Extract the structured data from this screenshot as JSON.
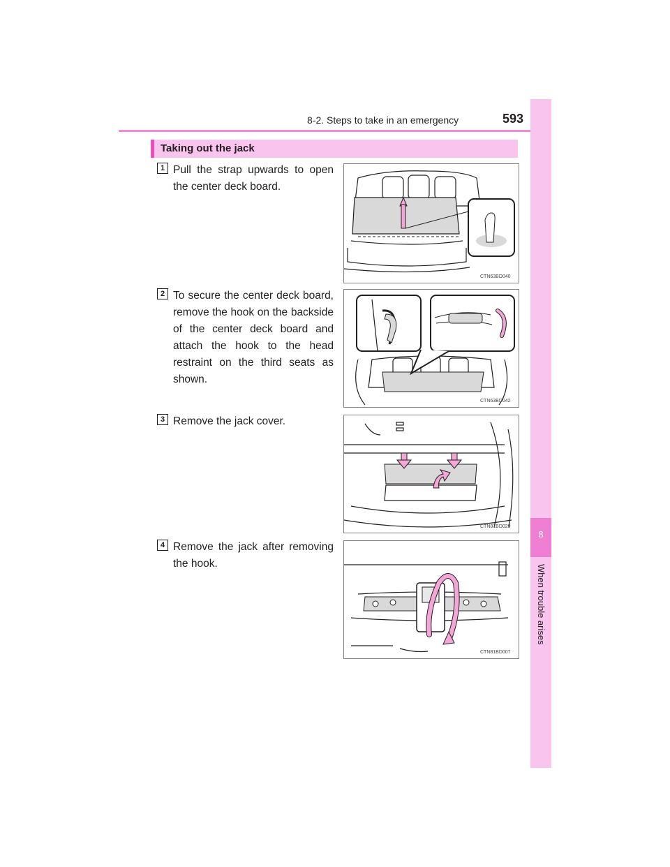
{
  "header": {
    "section": "8-2. Steps to take in an emergency",
    "page": "593"
  },
  "side_tab": {
    "chapter_number": "8",
    "chapter_label": "When trouble arises"
  },
  "section": {
    "title": "Taking out the jack"
  },
  "steps": [
    {
      "number": "1",
      "text": "Pull the strap upwards to open the center deck board.",
      "figure_code": "CTN63BD040"
    },
    {
      "number": "2",
      "text": "To secure the center deck board, remove the hook on the backside of the center deck board and attach the hook to the head restraint on the third seats as shown.",
      "figure_code": "CTN63BD042"
    },
    {
      "number": "3",
      "text": "Remove the jack cover.",
      "figure_code": "CTN81BD029"
    },
    {
      "number": "4",
      "text": "Remove the jack after removing the hook.",
      "figure_code": "CTN81BD007"
    }
  ]
}
